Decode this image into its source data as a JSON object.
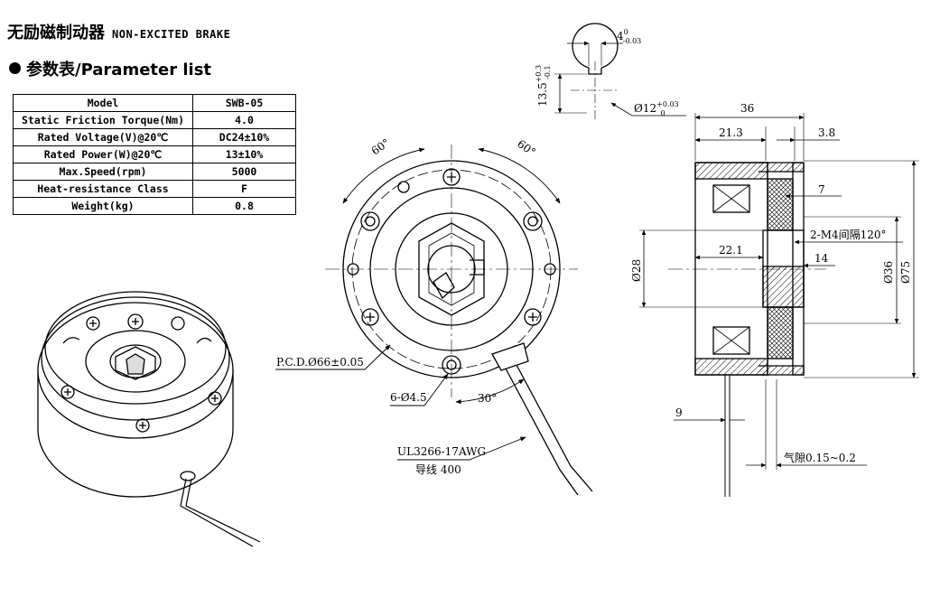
{
  "header": {
    "title_cn": "无励磁制动器",
    "title_en": "NON-EXCITED BRAKE",
    "param_heading": "参数表/Parameter list"
  },
  "parameters": [
    {
      "key": "Model",
      "value": "SWB-05"
    },
    {
      "key": "Static Friction Torque(Nm)",
      "value": "4.0"
    },
    {
      "key": "Rated Voltage(V)@20℃",
      "value": "DC24±10%"
    },
    {
      "key": "Rated Power(W)@20℃",
      "value": "13±10%"
    },
    {
      "key": "Max.Speed(rpm)",
      "value": "5000"
    },
    {
      "key": "Heat-resistance Class",
      "value": "F"
    },
    {
      "key": "Weight(kg)",
      "value": "0.8"
    }
  ],
  "front_view": {
    "angle_left": "60°",
    "angle_right": "60°",
    "angle_bottom": "30°",
    "pcd": "P.C.D.Ø66±0.05",
    "holes": "6-Ø4.5",
    "cable_spec": "UL3266-17AWG",
    "cable_length": "导线  400"
  },
  "shaft_detail": {
    "key_width": "4",
    "key_width_tol_upper": "0",
    "key_width_tol_lower": "-0.03",
    "key_depth": "13.5",
    "key_depth_tol_upper": "+0.3",
    "key_depth_tol_lower": "-0.1",
    "bore": "Ø12",
    "bore_tol_upper": "+0.03",
    "bore_tol_lower": "0"
  },
  "side_view": {
    "total_length": "36",
    "length_a": "21.3",
    "length_b": "3.8",
    "dim_7": "7",
    "thread": "2-M4间隔120°",
    "bore_depth": "22.1",
    "dim_14": "14",
    "d28": "Ø28",
    "d36": "Ø36",
    "d75": "Ø75",
    "dim_9": "9",
    "air_gap": "气隙0.15~0.2"
  }
}
